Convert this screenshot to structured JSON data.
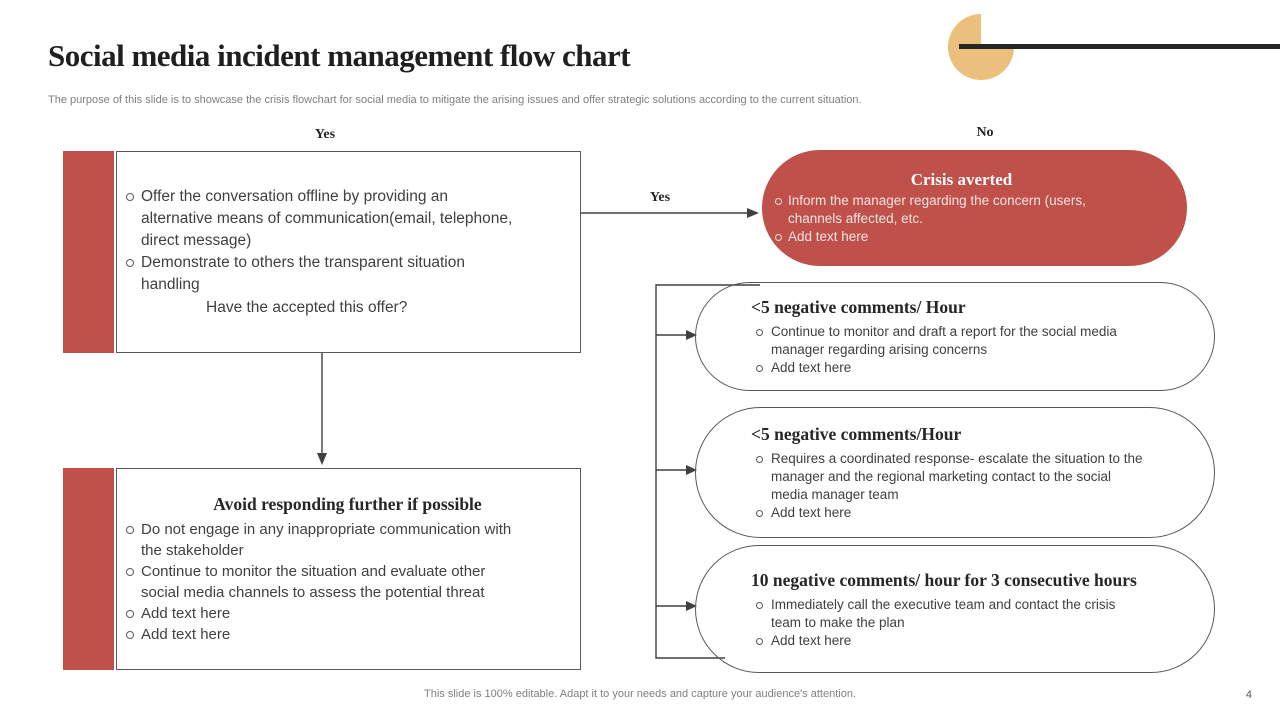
{
  "slide": {
    "title": "Social media incident management flow chart",
    "subtitle": "The purpose of this slide is to showcase the crisis flowchart for social media to mitigate the arising issues and offer strategic solutions according to the current situation.",
    "footer": "This slide is 100% editable. Adapt it to your needs and capture your audience's attention.",
    "page_number": "4"
  },
  "labels": {
    "yes_top": "Yes",
    "yes_branch": "Yes",
    "no": "No"
  },
  "flow": {
    "offer_box": {
      "bullets": [
        "Offer the conversation offline by providing an alternative means of communication(email, telephone, direct message)",
        "Demonstrate to others the transparent situation handling"
      ],
      "question": "Have the accepted this offer?"
    },
    "avoid_box": {
      "title": "Avoid responding further if possible",
      "bullets": [
        "Do not engage in any inappropriate communication with the stakeholder",
        "Continue to monitor the situation and evaluate other social media channels to assess the potential threat",
        "Add text here",
        "Add text here"
      ]
    },
    "crisis_box": {
      "title": "Crisis averted",
      "bullets": [
        "Inform the manager regarding the concern (users, channels affected, etc.",
        "Add text here"
      ]
    },
    "level1_box": {
      "title": "<5 negative comments/ Hour",
      "bullets": [
        "Continue to monitor and draft a report for the social media manager regarding arising concerns",
        "Add text here"
      ]
    },
    "level2_box": {
      "title": "<5 negative comments/Hour",
      "bullets": [
        "Requires a coordinated response- escalate the situation to the  manager and the regional marketing contact to the social  media manager team",
        "Add text here"
      ]
    },
    "level3_box": {
      "title": "10 negative comments/ hour for 3 consecutive hours",
      "bullets": [
        "Immediately call the executive team and contact the crisis team to make the plan",
        "Add text here"
      ]
    }
  },
  "colors": {
    "accent_red": "#C0504A",
    "accent_tan": "#EBBF7C",
    "decor_line_dark": "#262626",
    "connector_gray": "#404040",
    "border_gray": "#595959",
    "body_text": "#404040",
    "muted_text": "#7f7f7f"
  }
}
